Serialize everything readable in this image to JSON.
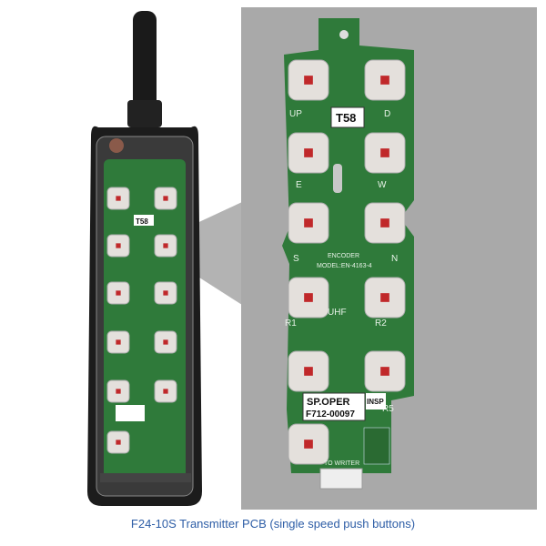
{
  "caption": "F24-10S Transmitter PCB (single speed push buttons)",
  "pcb_labels": {
    "crystal": "T58",
    "up": "UP",
    "down": "D",
    "east": "E",
    "west": "W",
    "south": "S",
    "north": "N",
    "encoder": "ENCODER",
    "model": "MODEL:EN-4163-4",
    "uhf": "UHF",
    "r1": "R1",
    "r2": "R2",
    "r5": "R5",
    "sticker_line1": "SP.OPER",
    "sticker_line2": "F712-00097",
    "insp": "INSP",
    "to_writer": "TO WRITER"
  },
  "colors": {
    "pcb": "#2f7a3a",
    "panel": "#a9a9a9",
    "housing": "#1c1c1c",
    "button_center": "#c0282a",
    "caption": "#2d5da6"
  }
}
